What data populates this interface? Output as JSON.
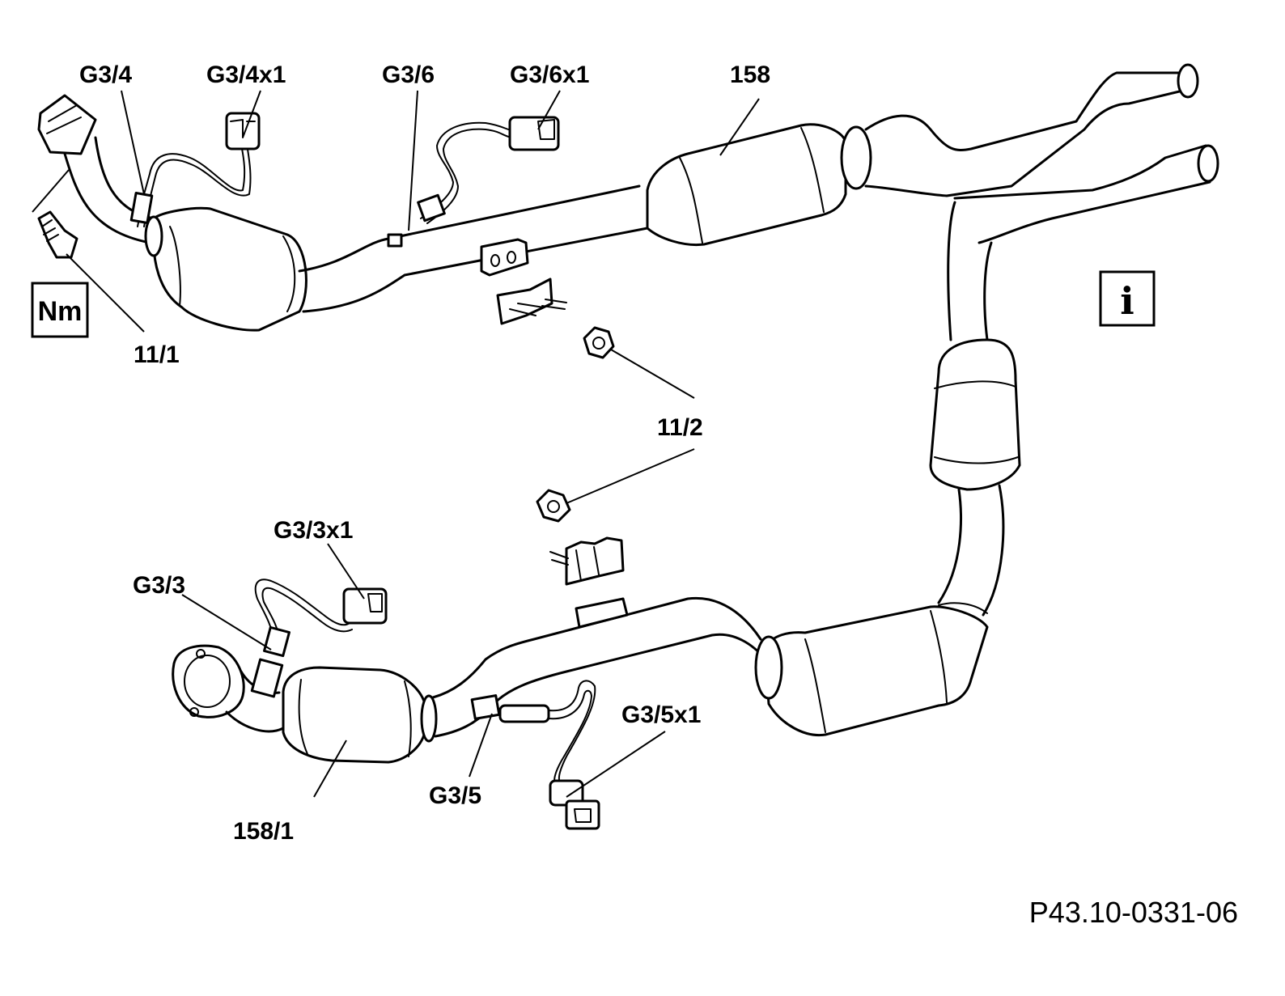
{
  "labels": {
    "g3_4": "G3/4",
    "g3_4x1": "G3/4x1",
    "g3_6": "G3/6",
    "g3_6x1": "G3/6x1",
    "n158": "158",
    "n11_1": "11/1",
    "n11_2": "11/2",
    "g3_3x1": "G3/3x1",
    "g3_3": "G3/3",
    "g3_5x1": "G3/5x1",
    "g3_5": "G3/5",
    "n158_1": "158/1"
  },
  "symbols": {
    "torque_box": "Nm",
    "info_box": "i"
  },
  "reference": "P43.10-0331-06"
}
